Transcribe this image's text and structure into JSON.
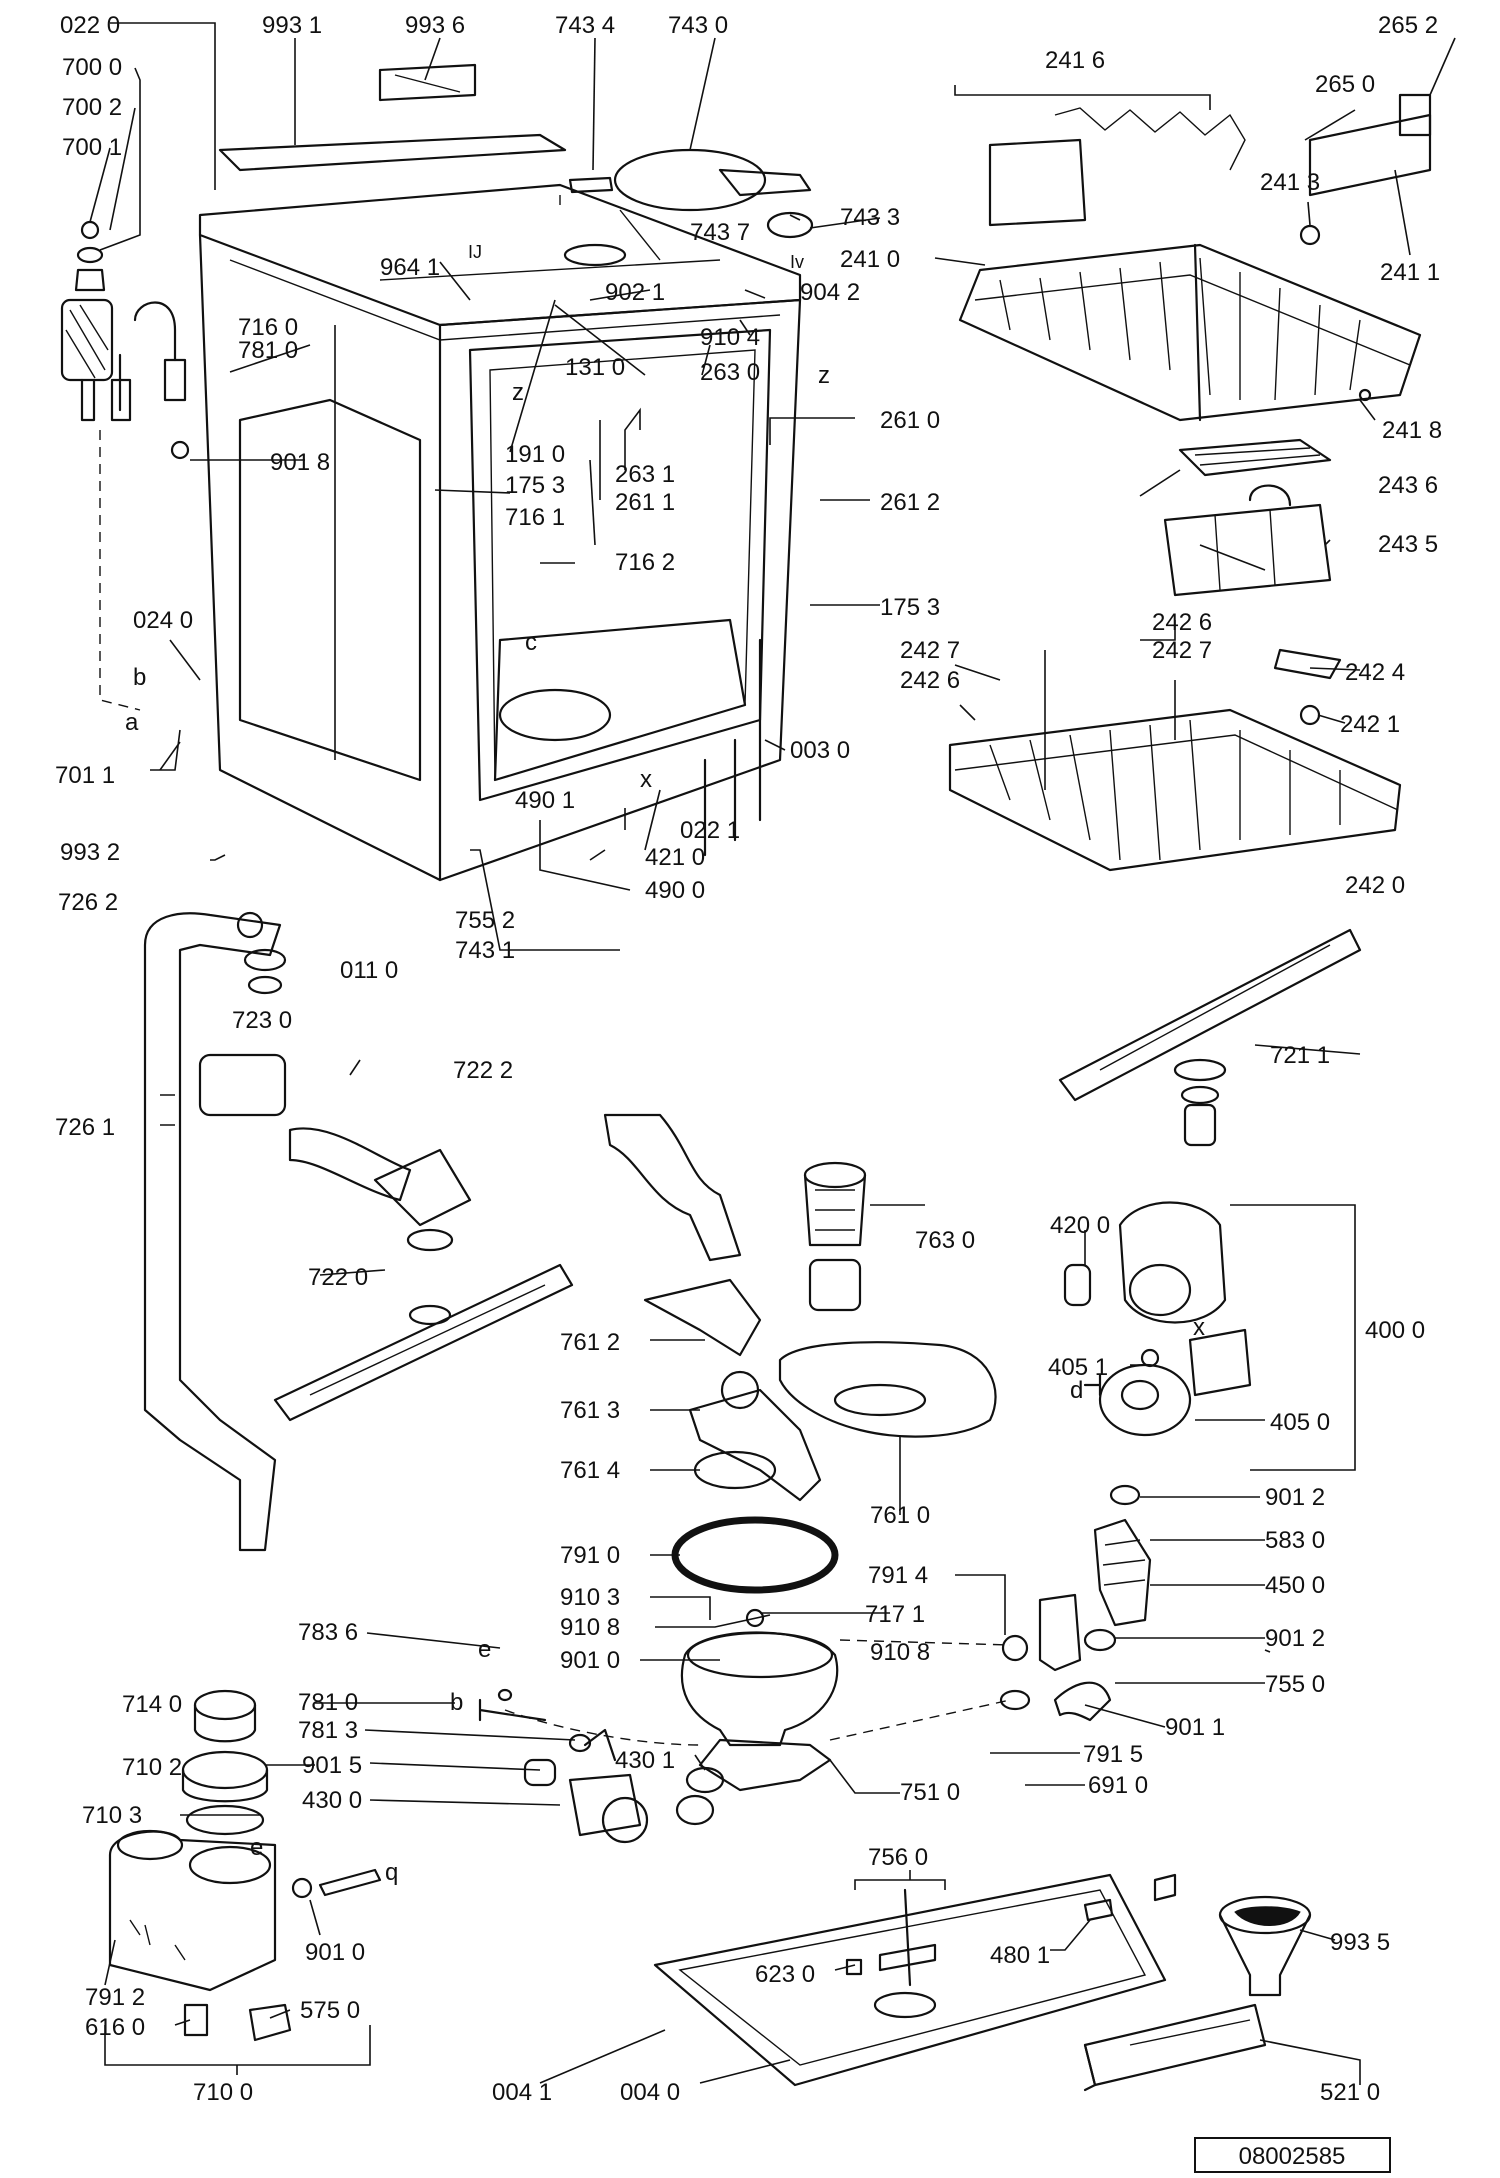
{
  "diagram": {
    "document_code": "08002585",
    "letters": {
      "a": "a",
      "b": "b",
      "c": "c",
      "d": "d",
      "e": "e",
      "q": "q",
      "x": "x",
      "z": "z",
      "iv": "Iv",
      "ij": "IJ"
    },
    "labels": [
      "022 0",
      "993 1",
      "993 6",
      "743 4",
      "743 0",
      "265 2",
      "700 0",
      "700 2",
      "700 1",
      "241 6",
      "265 0",
      "743 7",
      "743 3",
      "241 3",
      "241 0",
      "241 1",
      "964 1",
      "902 1",
      "904 2",
      "910 4",
      "716 0",
      "781 0",
      "131 0",
      "263 0",
      "261 0",
      "241 8",
      "901 8",
      "191 0",
      "175 3",
      "263 1",
      "261 1",
      "261 2",
      "243 6",
      "716 1",
      "716 2",
      "243 5",
      "175 3",
      "024 0",
      "242 6",
      "242 7",
      "242 7",
      "242 6",
      "242 4",
      "242 1",
      "701 1",
      "003 0",
      "490 1",
      "022 1",
      "421 0",
      "490 0",
      "993 2",
      "726 2",
      "755 2",
      "743 1",
      "011 0",
      "242 0",
      "723 0",
      "722 2",
      "721 1",
      "726 1",
      "763 0",
      "420 0",
      "722 0",
      "761 2",
      "400 0",
      "405 1",
      "761 3",
      "405 0",
      "761 4",
      "761 0",
      "901 2",
      "791 0",
      "583 0",
      "791 4",
      "450 0",
      "910 3",
      "717 1",
      "783 6",
      "910 8",
      "910 8",
      "901 2",
      "901 0",
      "714 0",
      "781 0",
      "755 0",
      "781 3",
      "901 1",
      "710 2",
      "901 5",
      "430 1",
      "791 5",
      "430 0",
      "751 0",
      "691 0",
      "710 3",
      "756 0",
      "901 0",
      "993 5",
      "480 1",
      "623 0",
      "791 2",
      "575 0",
      "616 0",
      "710 0",
      "004 1",
      "004 0",
      "521 0"
    ]
  }
}
